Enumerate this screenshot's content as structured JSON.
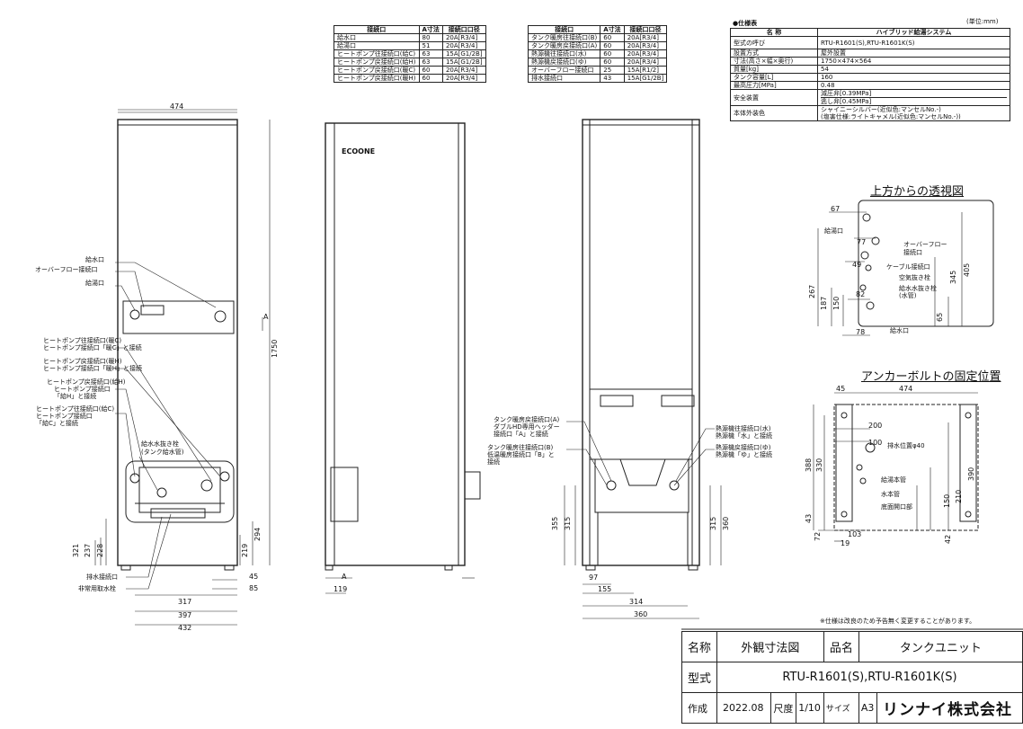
{
  "connections_left": {
    "headers": [
      "接続口",
      "A寸法",
      "接続口口径"
    ],
    "rows": [
      [
        "給水口",
        "80",
        "20A[R3/4]"
      ],
      [
        "給湯口",
        "51",
        "20A[R3/4]"
      ],
      [
        "ヒートポンプ往接続口(給C)",
        "63",
        "15A[G1/2B]"
      ],
      [
        "ヒートポンプ戻接続口(給H)",
        "63",
        "15A[G1/2B]"
      ],
      [
        "ヒートポンプ戻接続口(暖C)",
        "60",
        "20A[R3/4]"
      ],
      [
        "ヒートポンプ戻接続口(暖H)",
        "60",
        "20A[R3/4]"
      ]
    ]
  },
  "connections_right": {
    "headers": [
      "接続口",
      "A寸法",
      "接続口口径"
    ],
    "rows": [
      [
        "タンク暖房往接続口(B)",
        "60",
        "20A[R3/4]"
      ],
      [
        "タンク暖房戻接続口(A)",
        "60",
        "20A[R3/4]"
      ],
      [
        "熱源機往接続口(水)",
        "60",
        "20A[R3/4]"
      ],
      [
        "熱源機戻接続口(ゆ)",
        "60",
        "20A[R3/4]"
      ],
      [
        "オーバーフロー接続口",
        "25",
        "15A[R1/2]"
      ],
      [
        "排水接続口",
        "43",
        "15A[G1/2B]"
      ]
    ]
  },
  "spec": {
    "title": "●仕様表",
    "unit": "(単位:mm)",
    "header_name": "名 称",
    "header_value": "ハイブリッド給湯システム",
    "rows": [
      [
        "型式の呼び",
        "RTU-R1601(S),RTU-R1601K(S)"
      ],
      [
        "設置方式",
        "屋外設置"
      ],
      [
        "寸法(高さ×幅×奥行)",
        "1750×474×564"
      ],
      [
        "質量[kg]",
        "54"
      ],
      [
        "タンク容量[L]",
        "160"
      ],
      [
        "最高圧力[MPa]",
        "0.48"
      ]
    ],
    "safety_label": "安全装置",
    "safety_values": [
      "減圧弁[0.39MPa]",
      "逃し弁[0.45MPa]"
    ],
    "color_label": "本体外装色",
    "color_values": [
      "シャイニーシルバー(近似色:マンセルNo.-)",
      "(塩害仕様:ライトキャメル(近似色:マンセルNo.-))"
    ]
  },
  "top_view": {
    "title": "上方からの透視図",
    "labels": {
      "hot_out": "給湯口",
      "overflow": "オーバーフロー",
      "overflow2": "接続口",
      "cable": "ケーブル接続口",
      "air": "空気抜き栓",
      "drain": "給水水抜き栓",
      "drain2": "(水管)",
      "water_in": "給水口"
    },
    "dims": [
      "67",
      "77",
      "49",
      "82",
      "78",
      "267",
      "187",
      "150",
      "65",
      "345",
      "405"
    ]
  },
  "anchor_view": {
    "title": "アンカーボルトの固定位置",
    "labels": {
      "drain_pos": "排水位置φ40",
      "hot_pipe": "給湯本管",
      "water_pipe": "水本管",
      "bottom": "底面開口部"
    },
    "dims": [
      "45",
      "474",
      "200",
      "100",
      "388",
      "330",
      "390",
      "210",
      "150",
      "43",
      "72",
      "103",
      "19",
      "42"
    ]
  },
  "front_view": {
    "brand": "ECOONE",
    "labels": {
      "water_in": "給水口",
      "overflow": "オーバーフロー接続口",
      "hot_out": "給湯口",
      "hp_c": "ヒートポンプ往接続口(暖C)",
      "hp_c2": "ヒートポンプ接続口「暖C」と接続",
      "hp_h": "ヒートポンプ戻接続口(暖H)",
      "hp_h2": "ヒートポンプ接続口「暖H」と接続",
      "hp_kh": "ヒートポンプ戻接続口(給H)",
      "hp_kh2": "ヒートポンプ接続口",
      "hp_kh3": "「給H」と接続",
      "hp_kc": "ヒートポンプ往接続口(給C)",
      "hp_kc2": "ヒートポンプ接続口",
      "hp_kc3": "「給C」と接続",
      "drain_valve": "給水水抜き栓",
      "drain_valve2": "(タンク給水管)",
      "drain_conn": "排水接続口",
      "emergency": "非常用取水栓"
    },
    "dims": [
      "474",
      "1750",
      "321",
      "237",
      "228",
      "219",
      "294",
      "45",
      "85",
      "317",
      "397",
      "432",
      "A"
    ]
  },
  "side_view": {
    "dims": [
      "119",
      "A"
    ]
  },
  "back_view": {
    "labels": {
      "tank_a": "タンク暖房戻接続口(A)",
      "tank_a2": "ダブルHD専用ヘッダー",
      "tank_a3": "接続口「A」と接続",
      "tank_b": "タンク暖房往接続口(B)",
      "tank_b2": "低温暖房接続口「B」と",
      "tank_b3": "接続",
      "src_w": "熱源機往接続口(水)",
      "src_w2": "熱源機「水」と接続",
      "src_y": "熱源機戻接続口(ゆ)",
      "src_y2": "熱源機「ゆ」と接続"
    },
    "dims": [
      "355",
      "315",
      "315",
      "360",
      "97",
      "155",
      "314",
      "360"
    ]
  },
  "notice": "※仕様は改良のため予告無く変更することがあります。",
  "titleblock": {
    "name_label": "名称",
    "name_value": "外観寸法図",
    "product_label": "品名",
    "product_value": "タンクユニット",
    "model_label": "型式",
    "model_value": "RTU-R1601(S),RTU-R1601K(S)",
    "created_label": "作成",
    "created_value": "2022.08",
    "scale_label": "尺度",
    "scale_value": "1/10",
    "size_label": "サイズ",
    "size_value": "A3",
    "company": "リンナイ株式会社"
  }
}
